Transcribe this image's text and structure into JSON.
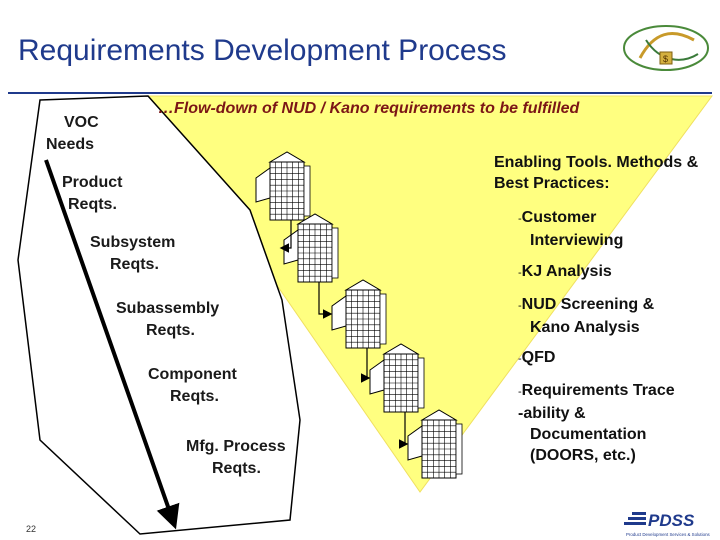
{
  "header": {
    "title": "Requirements Development Process"
  },
  "flowdown": {
    "caption": "…Flow-down of NUD / Kano requirements to be fulfilled"
  },
  "levels": [
    {
      "line1": "VOC",
      "line2": "Needs"
    },
    {
      "line1": "Product",
      "line2": "Reqts."
    },
    {
      "line1": "Subsystem",
      "line2": "Reqts."
    },
    {
      "line1": "Subassembly",
      "line2": "Reqts."
    },
    {
      "line1": "Component",
      "line2": "Reqts."
    },
    {
      "line1": "Mfg. Process",
      "line2": "Reqts."
    }
  ],
  "tools": {
    "heading": "Enabling Tools. Methods & Best Practices:",
    "items": [
      {
        "dash": "-",
        "lines": [
          "Customer",
          "Interviewing"
        ]
      },
      {
        "dash": "-",
        "lines": [
          "KJ Analysis"
        ]
      },
      {
        "dash": "-",
        "lines": [
          "NUD Screening &",
          "Kano Analysis"
        ]
      },
      {
        "dash": "-",
        "lines": [
          "QFD"
        ]
      },
      {
        "dash": "-",
        "lines": [
          "Requirements Trace",
          "-ability &",
          "Documentation",
          "(DOORS, etc.)"
        ]
      }
    ]
  },
  "footer": {
    "page_number": "22",
    "logo_text": "PDSS",
    "logo_subtext": "Product Development Services & Solutions"
  },
  "colors": {
    "title": "#1f3a8c",
    "triangle": "#ffff80",
    "caption": "#7b1616"
  }
}
